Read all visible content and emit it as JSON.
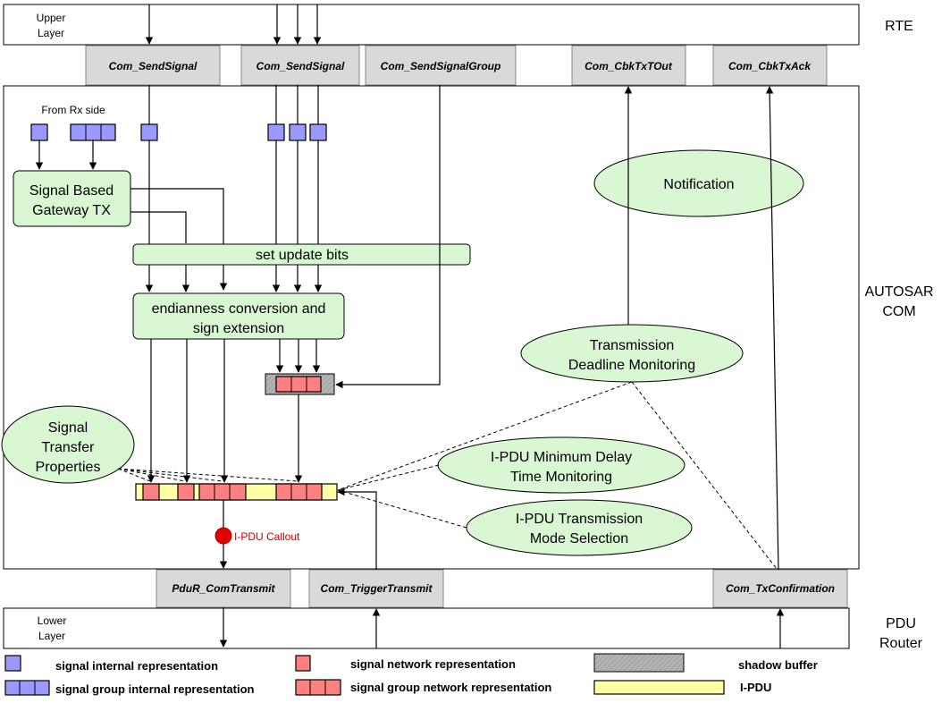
{
  "layers": {
    "upper_layer": "Upper\nLayer",
    "lower_layer": "Lower\nLayer",
    "rte": "RTE",
    "autosar_com": "AUTOSAR\nCOM",
    "pdu_router": "PDU\nRouter"
  },
  "apis_top": {
    "send_signal_1": "Com_SendSignal",
    "send_signal_2": "Com_SendSignal",
    "send_signal_group": "Com_SendSignalGroup",
    "cbk_tx_tout": "Com_CbkTxTOut",
    "cbk_tx_ack": "Com_CbkTxAck"
  },
  "apis_bottom": {
    "pdur_com_transmit": "PduR_ComTransmit",
    "com_trigger_transmit": "Com_TriggerTransmit",
    "com_tx_confirmation": "Com_TxConfirmation"
  },
  "blocks": {
    "from_rx_side": "From Rx side",
    "signal_gateway": "Signal Based\nGateway TX",
    "set_update_bits": "set update bits",
    "endianness": "endianness conversion and\nsign extension",
    "notification": "Notification",
    "deadline_monitoring": "Transmission\nDeadline Monitoring",
    "signal_transfer_properties": "Signal\nTransfer\nProperties",
    "min_delay": "I-PDU Minimum Delay\nTime Monitoring",
    "mode_selection": "I-PDU Transmission\nMode Selection",
    "ipdu_callout": "I-PDU Callout"
  },
  "legend": {
    "signal_internal": "signal internal representation",
    "signal_group_internal": "signal group internal representation",
    "signal_network": "signal network representation",
    "signal_group_network": "signal group network representation",
    "shadow_buffer": "shadow buffer",
    "ipdu": "I-PDU"
  },
  "colors": {
    "internal_blue": "#9999ff",
    "network_red": "#ff8080",
    "ipdu_yellow": "#ffffa6",
    "shadow_gray": "#b3b3b3",
    "block_green": "#d9f7d2",
    "api_gray": "#d9d9d9",
    "callout_red": "#e00000"
  }
}
